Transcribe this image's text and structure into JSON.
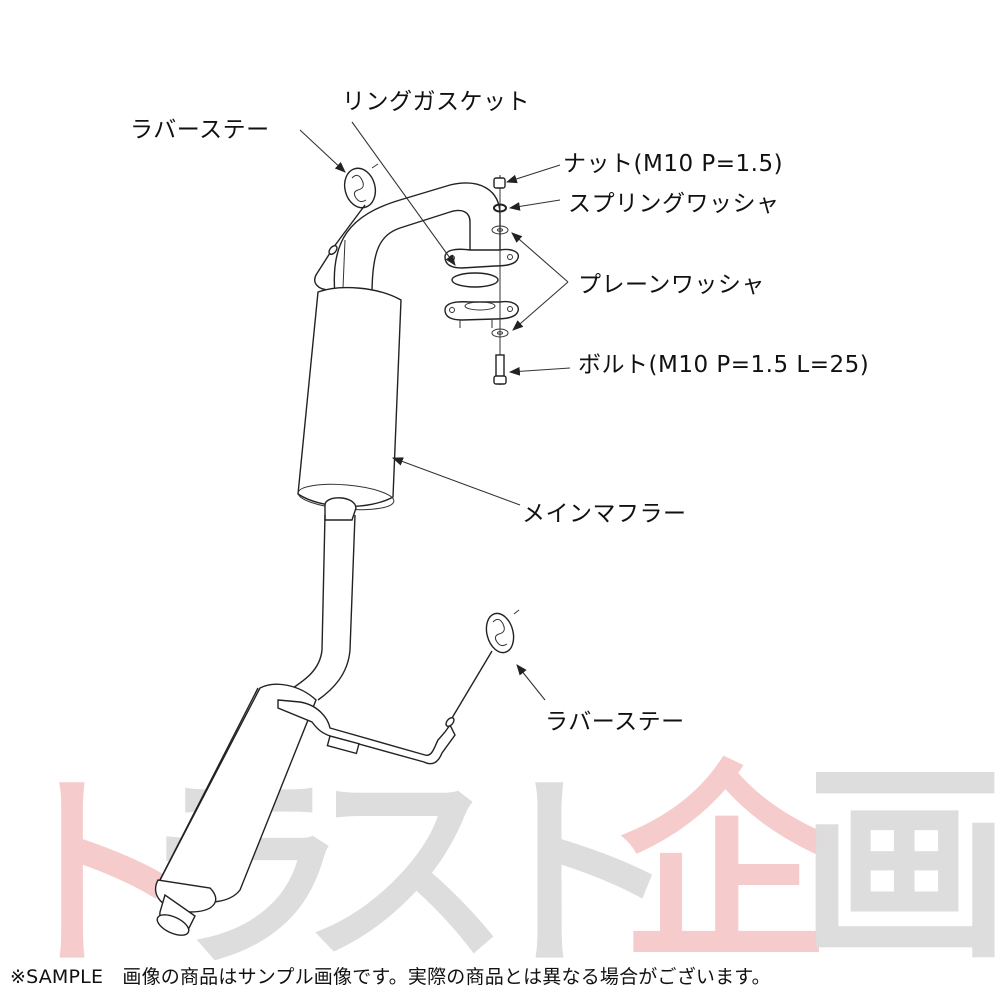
{
  "diagram": {
    "type": "exploded-parts-diagram",
    "subject": "exhaust muffler assembly",
    "labels": {
      "rubber_stay_top": "ラバーステー",
      "ring_gasket": "リングガスケット",
      "nut": "ナット(M10 P=1.5)",
      "spring_washer": "スプリングワッシャ",
      "plain_washer": "プレーンワッシャ",
      "bolt": "ボルト(M10 P=1.5 L=25)",
      "main_muffler": "メインマフラー",
      "rubber_stay_bottom": "ラバーステー"
    }
  },
  "watermark": {
    "characters": [
      "ト",
      "ラ",
      "ス",
      "ト",
      "企",
      "画"
    ],
    "colors": {
      "red": "#f4c4c4",
      "gray": "#d9d9d9"
    }
  },
  "notice": "※SAMPLE　画像の商品はサンプル画像です。実際の商品とは異なる場合がございます。",
  "colors": {
    "line": "#222222",
    "text": "#111111",
    "background": "#ffffff"
  }
}
